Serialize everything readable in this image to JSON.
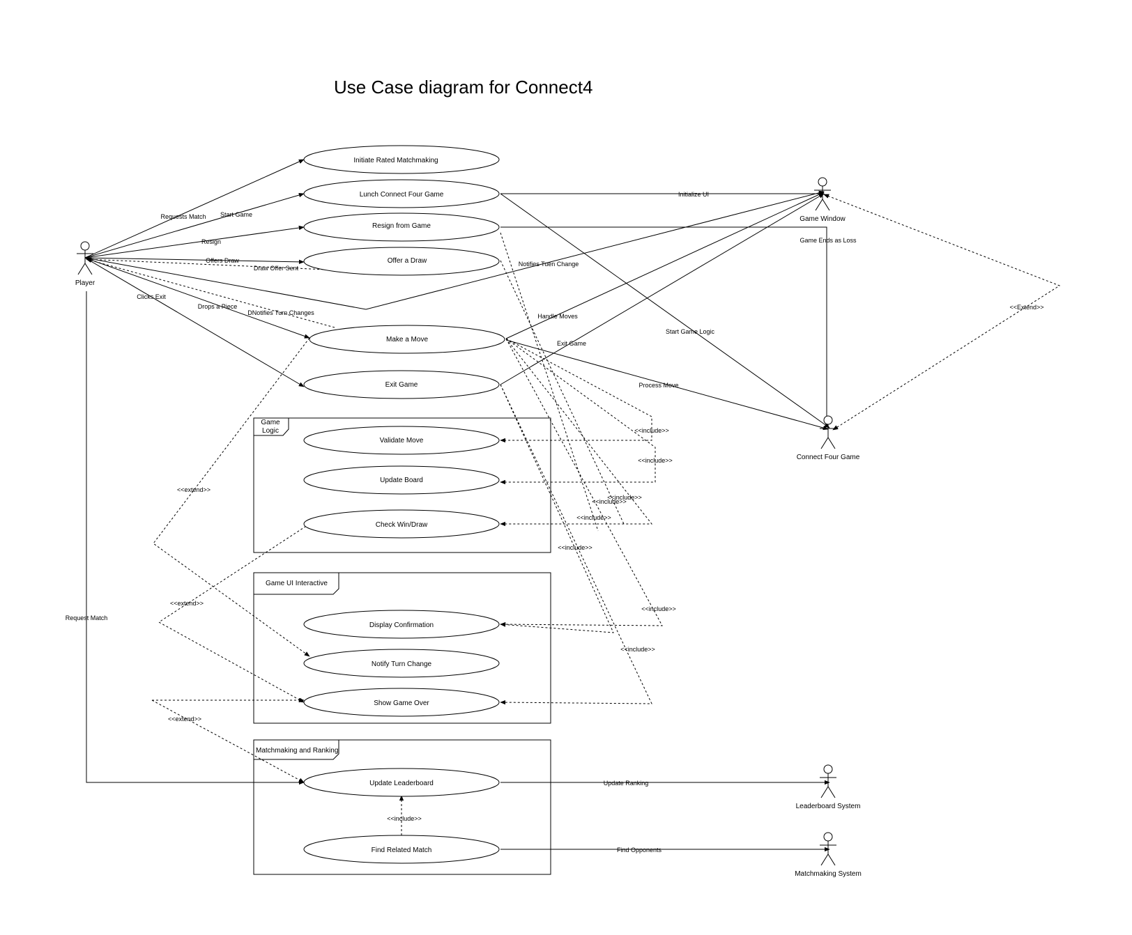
{
  "title": "Use Case diagram for Connect4",
  "actors": {
    "player": "Player",
    "game_window": "Game Window",
    "connect_four_game": "Connect Four Game",
    "leaderboard_system": "Leaderboard System",
    "matchmaking_system": "Matchmaking System"
  },
  "use_cases": {
    "initiate_rated_matchmaking": "Initiate Rated Matchmaking",
    "lunch_connect_four_game": "Lunch Connect Four Game",
    "resign_from_game": "Resign from Game",
    "offer_a_draw": "Offer a Draw",
    "make_a_move": "Make a Move",
    "exit_game": "Exit Game",
    "validate_move": "Validate Move",
    "update_board": "Update Board",
    "check_win_draw": "Check Win/Draw",
    "display_confirmation": "Display Confirmation",
    "notify_turn_change": "Notify Turn Change",
    "show_game_over": "Show Game Over",
    "update_leaderboard": "Update Leaderboard",
    "find_related_match": "Find Related Match"
  },
  "frames": {
    "game_logic_line1": "Game",
    "game_logic_line2": "Logic",
    "game_ui_interactive": "Game UI Interactive",
    "matchmaking_and_ranking": "Matchmaking and Ranking"
  },
  "labels": {
    "requests_match": "Requests Match",
    "start_game": "Start Game",
    "resign": "Resign",
    "offers_draw": "Offers Draw",
    "draw_offer_sent": "Draw Offer Sent",
    "clicks_exit": "Clicks Exit",
    "drops_a_piece": "Drops a Piece",
    "dnotifies_turn_changes": "DNotifies Turn Changes",
    "notifies_tuen_change": "Notifies Tuen Change",
    "initialize_ui": "Initialize UI",
    "game_ends_as_loss": "Game Ends as Loss",
    "handle_moves": "Handle Moves",
    "exit_game_rel": "Exit Game",
    "start_game_logic": "Start Game Logic",
    "process_move": "Process Move",
    "extend_actor": "<<Extend>>",
    "include_validate": "<<include>>",
    "include_update_board": "<<include>>",
    "include_a": "<<include>>",
    "include_b": "<<include>>",
    "include_check": "<<include>>",
    "include_c": "<<include>>",
    "include_display": "<<include>>",
    "include_show_over": "<<include>>",
    "extend_notify": "<<extend>>",
    "extend_show_over": "<<extend>>",
    "extend_leaderboard": "<<extend>>",
    "request_match": "Request Match",
    "update_ranking": "Update Ranking",
    "find_opponents": "Find Opponents",
    "include_find": "<<include>>"
  }
}
